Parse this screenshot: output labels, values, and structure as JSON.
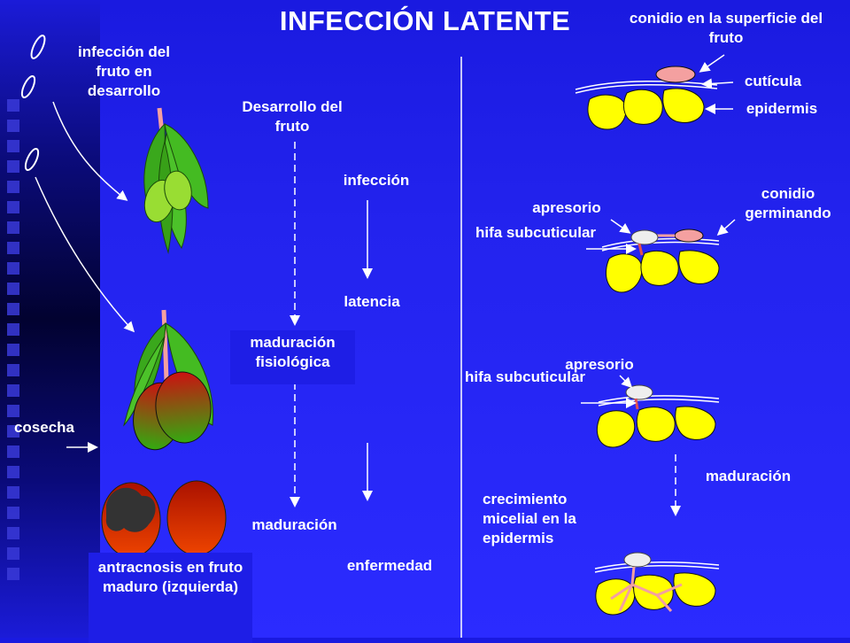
{
  "title": "INFECCIÓN LATENTE",
  "left": {
    "infeccion_fruto": "infección del fruto en desarrollo",
    "desarrollo_fruto": "Desarrollo del fruto",
    "infeccion": "infección",
    "latencia": "latencia",
    "maduracion_fisiologica": "maduración fisiológica",
    "maduracion": "maduración",
    "enfermedad": "enfermedad",
    "cosecha": "cosecha",
    "antracnosis": "antracnosis en fruto maduro (izquierda)"
  },
  "right": {
    "conidio_superficie": "conidio en la superficie del fruto",
    "cuticula": "cutícula",
    "epidermis": "epidermis",
    "conidio_germinando": "conidio germinando",
    "apresorio_1": "apresorio",
    "hifa_subcuticular_1": "hifa subcuticular",
    "apresorio_2": "apresorio",
    "hifa_subcuticular_2": "hifa subcuticular",
    "maduracion": "maduración",
    "crecimiento": "crecimiento micelial en la epidermis"
  },
  "colors": {
    "background": "#2323ee",
    "cell": "#ffff00",
    "conidium": "#f4a0a0",
    "leaf": "#44bb22",
    "mango_ripe": "#cc2200"
  }
}
